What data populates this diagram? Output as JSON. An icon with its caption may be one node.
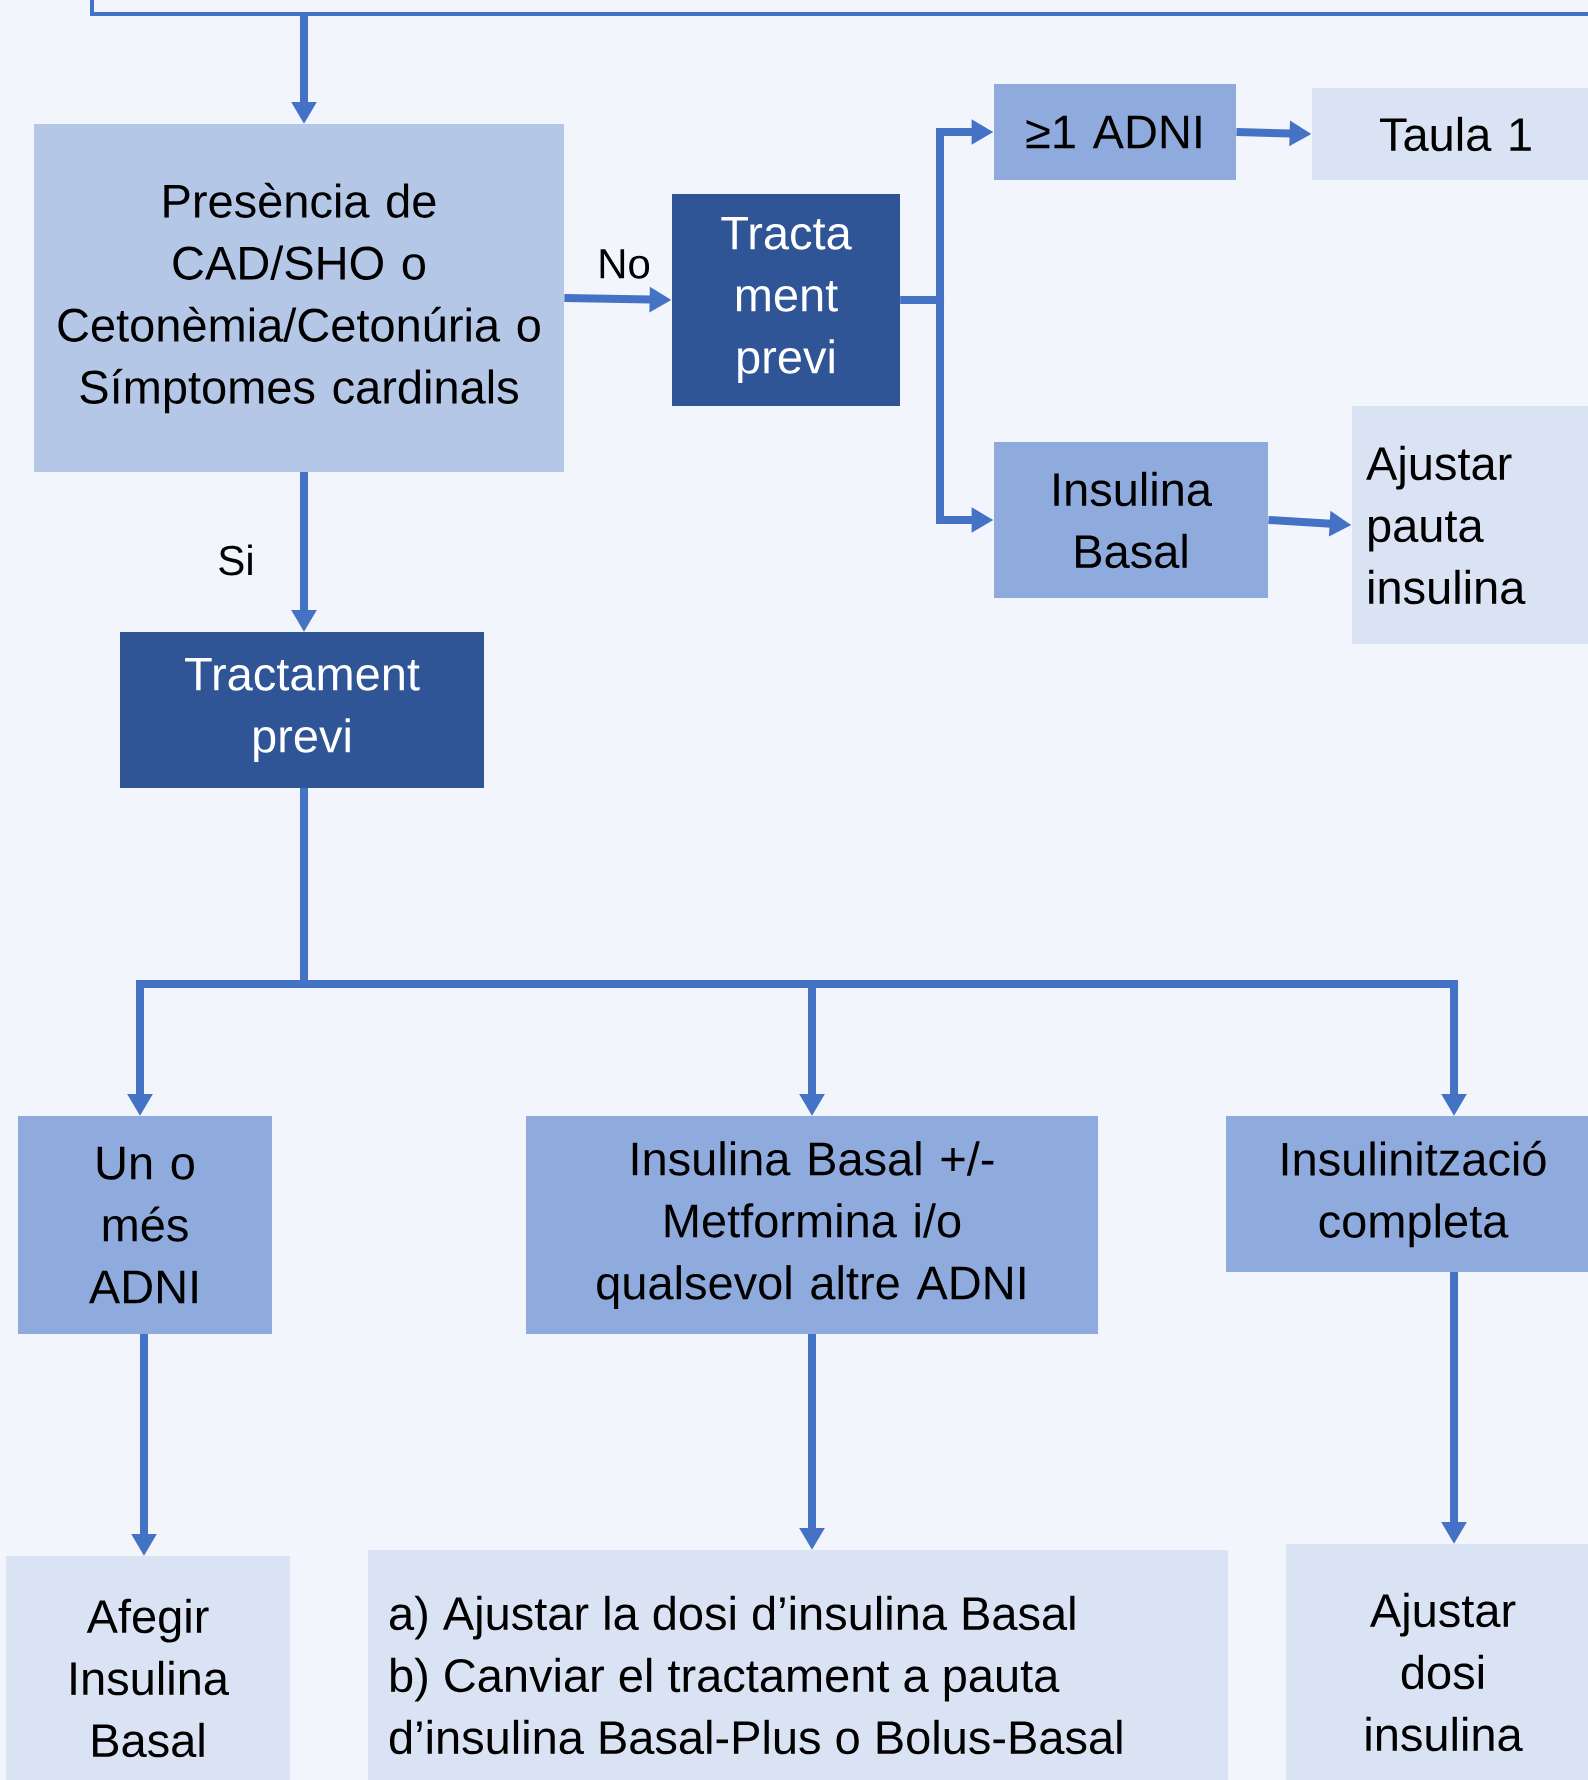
{
  "diagram": {
    "nodes": [
      {
        "text": [],
        "shape": "box"
      },
      {
        "text": [
          "Presència de CAD/SHO o Cetonèmia/Cetonúria o Símptomes cardinals"
        ]
      },
      {
        "text": [
          "Tracta ment previ"
        ]
      },
      {
        "text": [
          "≥1 ADNI"
        ]
      },
      {
        "text": [
          "Taula 1"
        ]
      },
      {
        "text": [
          "Insulina Basal"
        ]
      },
      {
        "text": [
          "Ajustar pauta insulina"
        ]
      },
      {
        "text": [
          "Tractament previ"
        ]
      },
      {
        "text": [
          "Un o més ADNI"
        ]
      },
      {
        "text": [
          "Insulina Basal +/- Metformina i/o qualsevol altre ADNI"
        ]
      },
      {
        "text": [
          "Insulinització completa"
        ]
      },
      {
        "text": [
          "Afegir Insulina Basal"
        ]
      },
      {
        "text": [
          "a) Ajustar la dosi d’insulina Basal",
          "b) Canviar el tractament a pauta d’insulina Basal-Plus o Bolus-Basal"
        ]
      },
      {
        "text": [
          "Ajustar dosi insulina"
        ]
      }
    ],
    "edges": [
      {
        "from": 0,
        "to": 1,
        "arrow": "to"
      },
      {
        "from": 1,
        "to": 2,
        "arrow": "to",
        "label": "No"
      },
      {
        "from": 2,
        "to": 3,
        "arrow": "to"
      },
      {
        "from": 2,
        "to": 5,
        "arrow": "to"
      },
      {
        "from": 3,
        "to": 4,
        "arrow": "to"
      },
      {
        "from": 5,
        "to": 6,
        "arrow": "to"
      },
      {
        "from": 1,
        "to": 7,
        "arrow": "to",
        "label": "Si"
      },
      {
        "from": 7,
        "to": 8,
        "arrow": "to"
      },
      {
        "from": 7,
        "to": 9,
        "arrow": "to"
      },
      {
        "from": 7,
        "to": 10,
        "arrow": "to"
      },
      {
        "from": 8,
        "to": 11,
        "arrow": "to"
      },
      {
        "from": 9,
        "to": 12,
        "arrow": "to"
      },
      {
        "from": 10,
        "to": 13,
        "arrow": "to"
      }
    ]
  }
}
